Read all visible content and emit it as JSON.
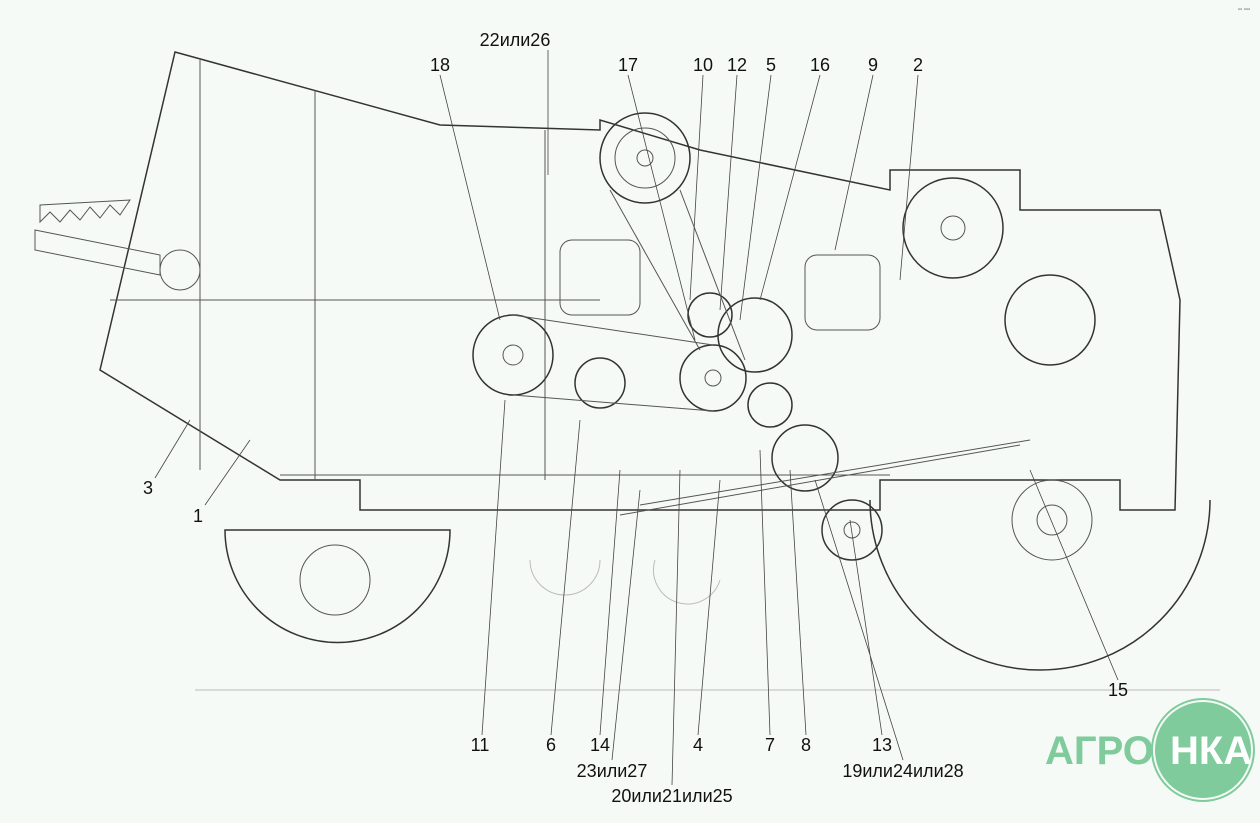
{
  "callouts": {
    "c22or26": "22или26",
    "c18": "18",
    "c17": "17",
    "c10": "10",
    "c12": "12",
    "c5": "5",
    "c16": "16",
    "c9": "9",
    "c2": "2",
    "c3": "3",
    "c1": "1",
    "c11": "11",
    "c6": "6",
    "c14": "14",
    "c4": "4",
    "c7": "7",
    "c8": "8",
    "c13": "13",
    "c15": "15",
    "c23or27": "23или27",
    "c19or24or28": "19или24или28",
    "c20or21or25": "20или21или25"
  },
  "logo": {
    "left": "АГРО",
    "right": "НКА",
    "color": "#7fcb9c"
  },
  "corner_mark": "▫▫ ▫▫▫"
}
